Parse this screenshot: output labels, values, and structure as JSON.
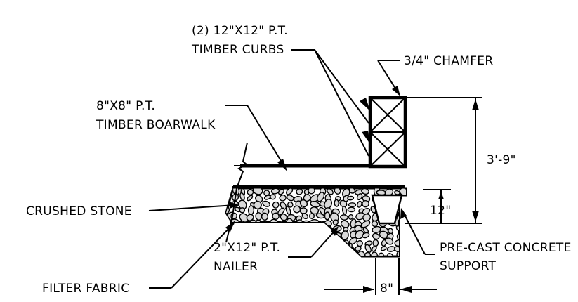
{
  "labels": {
    "curbs_line1": "(2) 12\"X12\" P.T.",
    "curbs_line2": "TIMBER CURBS",
    "chamfer": "3/4\" CHAMFER",
    "boardwalk_line1": "8\"X8\" P.T.",
    "boardwalk_line2": "TIMBER BOARWALK",
    "height_dim": "3'-9\"",
    "dim_12": "12\"",
    "crushed_stone": "CRUSHED STONE",
    "nailer_line1": "2\"X12\" P.T.",
    "nailer_line2": "NAILER",
    "precast_line1": "PRE-CAST CONCRETE",
    "precast_line2": "SUPPORT",
    "filter_fabric": "FILTER FABRIC",
    "dim_8": "8\""
  },
  "colors": {
    "line": "#000000",
    "stone_fill": "#d9d9d9",
    "background": "#ffffff"
  }
}
